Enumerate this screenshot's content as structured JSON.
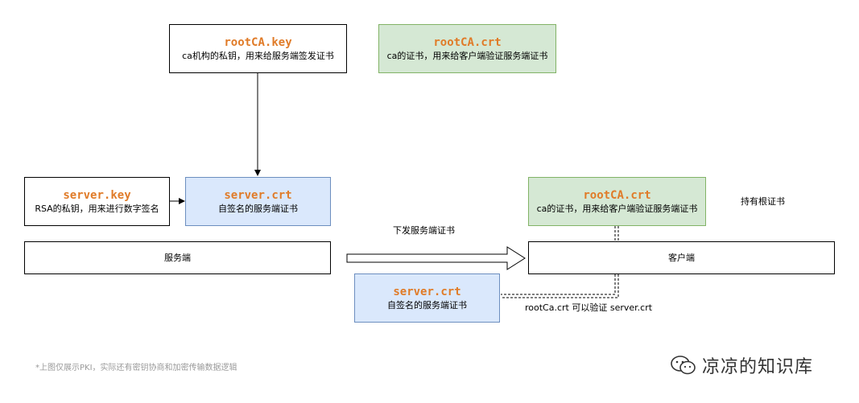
{
  "rootca_key": {
    "name": "rootCA.key",
    "desc": "ca机构的私钥，用来给服务端签发证书"
  },
  "rootca_crt_top": {
    "name": "rootCA.crt",
    "desc": "ca的证书，用来给客户端验证服务端证书"
  },
  "server_key": {
    "name": "server.key",
    "desc": "RSA的私钥，用来进行数字签名"
  },
  "server_crt": {
    "name": "server.crt",
    "desc": "自签名的服务端证书"
  },
  "rootca_crt_client": {
    "name": "rootCA.crt",
    "desc": "ca的证书，用来给客户端验证服务端证书"
  },
  "holds_root_cert": "持有根证书",
  "server_bar": "服务端",
  "client_bar": "客户端",
  "issue_label": "下发服务端证书",
  "server_crt_sent": {
    "name": "server.crt",
    "desc": "自签名的服务端证书"
  },
  "verify_label": "rootCa.crt 可以验证 server.crt",
  "footnote": "*上图仅展示PKI，实际还有密钥协商和加密传输数据逻辑",
  "watermark": "凉凉的知识库",
  "colors": {
    "key_text": "#e07b28",
    "blue_fill": "#dae8fc",
    "blue_border": "#6c8ebf",
    "green_fill": "#d5e8d4",
    "green_border": "#82b366"
  }
}
